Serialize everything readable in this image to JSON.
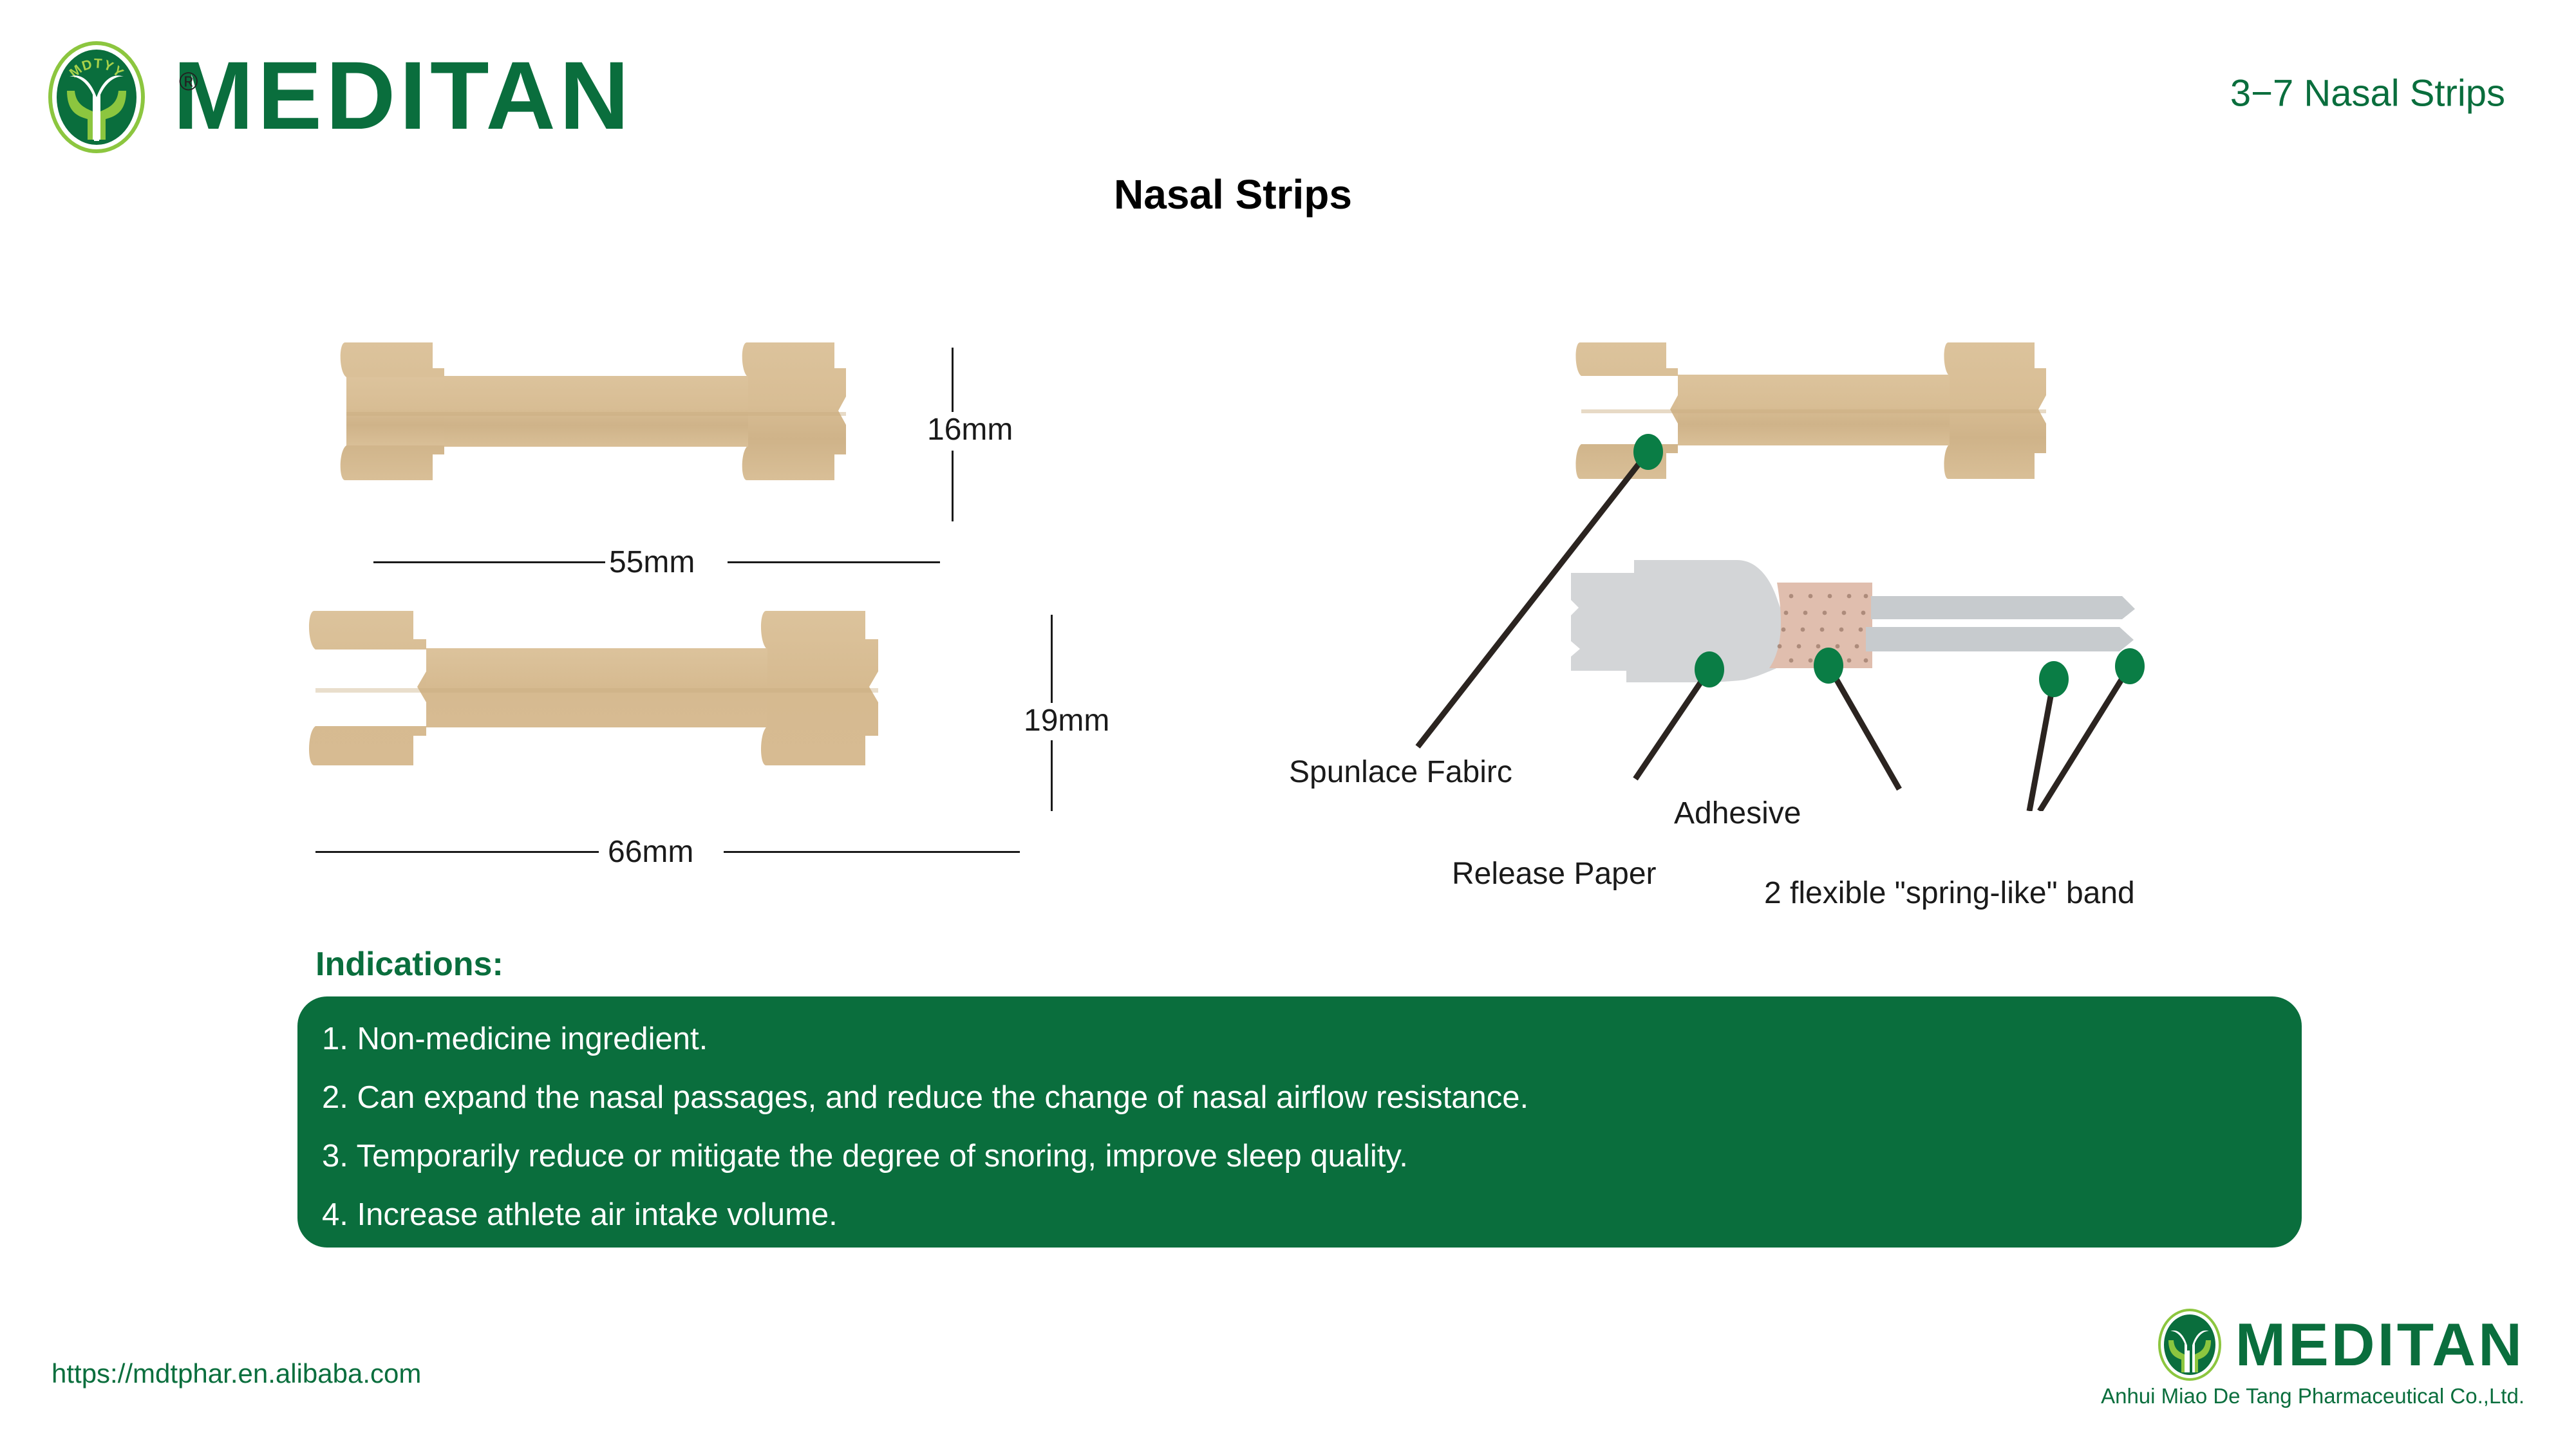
{
  "brand": {
    "name": "MEDITAN",
    "logo_icon": "meditan-leaf-oval-logo",
    "logo_monogram": "MDTYY",
    "registered_mark": "®"
  },
  "header": {
    "page_ref_number": "3−7",
    "page_ref_name": "Nasal Strips",
    "title": "Nasal Strips"
  },
  "colors": {
    "brand_green": "#0a6e3d",
    "accent_light_green": "#8cc63f",
    "fabric_tan": "#d5b98e",
    "release_paper_gray": "#d3d5d7",
    "adhesive_pink": "#d9b5a6",
    "leader_line": "#2b2420",
    "text_dark": "#1a1a1a"
  },
  "specs": [
    {
      "id": "strip-small",
      "icon": "nasal-strip-shape",
      "width_label": "55mm",
      "height_label": "16mm"
    },
    {
      "id": "strip-large",
      "icon": "nasal-strip-shape",
      "width_label": "66mm",
      "height_label": "19mm"
    }
  ],
  "exploded_view": {
    "product_icon": "nasal-strip-shape",
    "callouts": [
      {
        "id": "spunlace-fabric",
        "label": "Spunlace Fabirc"
      },
      {
        "id": "adhesive",
        "label": "Adhesive"
      },
      {
        "id": "release-paper",
        "label": "Release Paper"
      },
      {
        "id": "spring-bands",
        "label": "2 flexible \"spring-like\" band"
      }
    ],
    "layers": [
      {
        "id": "release-paper-layer",
        "icon": "release-paper-sheet"
      },
      {
        "id": "adhesive-layer",
        "icon": "adhesive-patch"
      },
      {
        "id": "spring-band-upper",
        "icon": "spring-band"
      },
      {
        "id": "spring-band-lower",
        "icon": "spring-band"
      }
    ]
  },
  "indications": {
    "heading": "Indications:",
    "items": [
      "1. Non-medicine ingredient.",
      "2. Can expand the nasal passages, and reduce the change of nasal airflow resistance.",
      "3. Temporarily reduce or mitigate the degree of snoring, improve sleep quality.",
      "4. Increase athlete air intake volume."
    ]
  },
  "footer": {
    "url": "https://mdtphar.en.alibaba.com",
    "logo_name": "MEDITAN",
    "company": "Anhui Miao De Tang Pharmaceutical Co.,Ltd."
  }
}
